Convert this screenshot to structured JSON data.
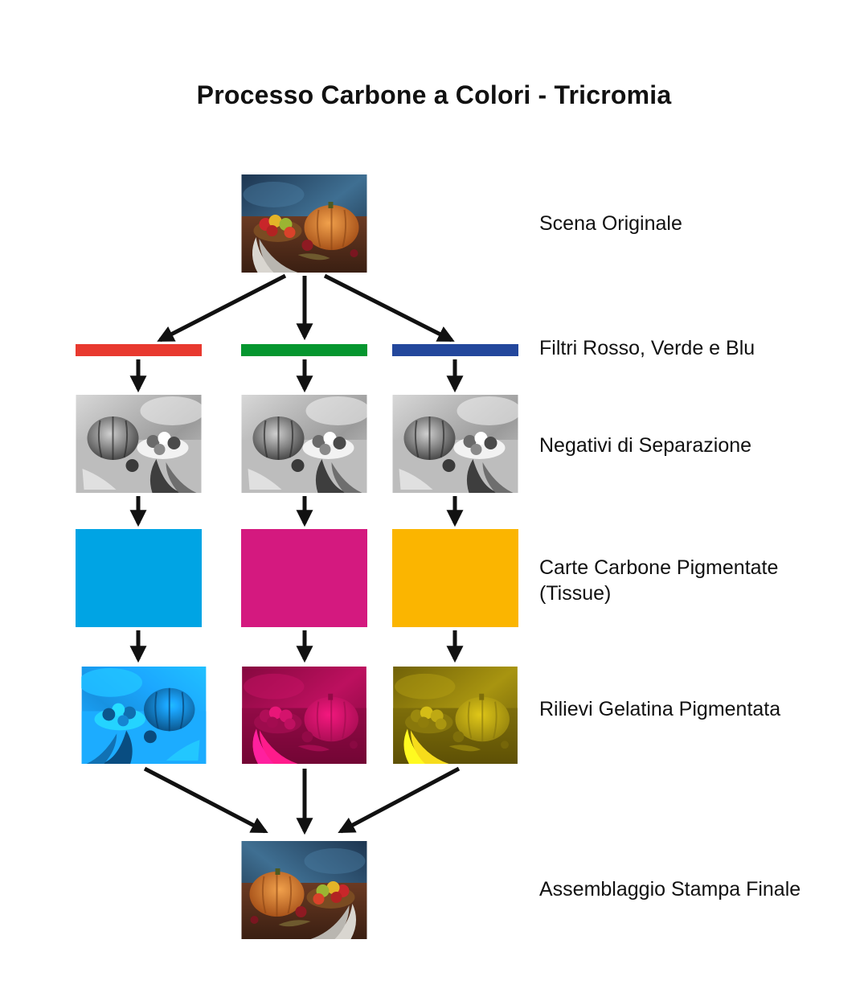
{
  "title": "Processo Carbone a Colori - Tricromia",
  "stages": [
    {
      "id": "original",
      "label": "Scena Originale"
    },
    {
      "id": "filters",
      "label": "Filtri Rosso, Verde e Blu"
    },
    {
      "id": "negatives",
      "label": "Negativi di Separazione"
    },
    {
      "id": "tissues",
      "label": "Carte Carbone Pigmentate",
      "label2": "(Tissue)"
    },
    {
      "id": "reliefs",
      "label": "Rilievi Gelatina Pigmentata"
    },
    {
      "id": "final",
      "label": "Assemblaggio Stampa Finale"
    }
  ],
  "colors": {
    "filter_red": "#e8392f",
    "filter_green": "#05962f",
    "filter_blue": "#23479c",
    "tissue_cyan": "#00a4e4",
    "tissue_magenta": "#d4197f",
    "tissue_yellow": "#fbb500",
    "relief_cyan": "#1f7fa8",
    "relief_magenta": "#b3206e",
    "relief_yellow": "#a8960f",
    "arrow": "#111111"
  },
  "icons": [
    "still-life-photo",
    "grayscale-negative",
    "arrow-down"
  ]
}
